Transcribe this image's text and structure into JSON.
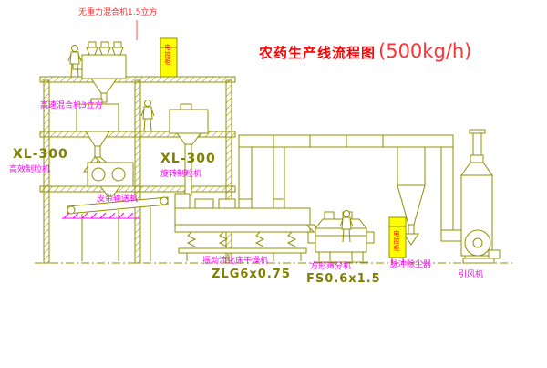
{
  "title": {
    "main": "农药生产线流程图",
    "capacity": "(500kg/h)"
  },
  "labels": {
    "gravity_mixer": "无重力混合机1.5立方",
    "high_speed_mixer": "高速混合机3立方",
    "xl300_left": "XL-300",
    "granulator_left": "高效制粒机",
    "xl300_center": "XL-300",
    "granulator_center": "旋转制粒机",
    "belt_conveyor": "皮带输送机",
    "dryer_name": "振动流化床干燥机",
    "dryer_model": "ZLG6x0.75",
    "sifter_name": "方形筛分机",
    "sifter_model": "FS0.6x1.5",
    "dust_collector": "脉冲除尘器",
    "fan": "引风机",
    "cabinet_top": "电控柜",
    "cabinet_right": "电控柜"
  },
  "colors": {
    "line_olive": "#909000",
    "label_magenta": "#ff00ff",
    "label_red": "#ff0000",
    "model_olive": "#808000",
    "cabinet_yellow": "#ffff00"
  }
}
